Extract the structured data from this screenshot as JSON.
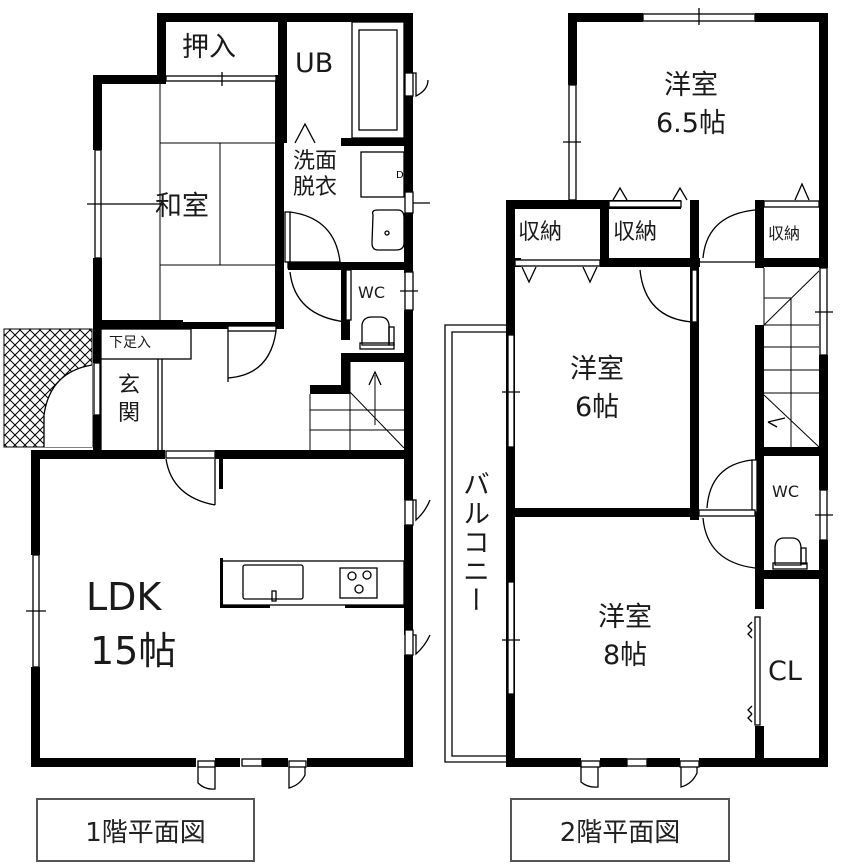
{
  "floor1": {
    "caption": "1階平面図",
    "rooms": {
      "oshiire": "押入",
      "ub": "UB",
      "washitsu": "和室",
      "senmen_line1": "洗面",
      "senmen_line2": "脱衣",
      "wc": "WC",
      "getabako": "下足入",
      "genkan_line1": "玄",
      "genkan_line2": "関",
      "ldk_line1": "LDK",
      "ldk_line2": "15帖"
    }
  },
  "floor2": {
    "caption": "2階平面図",
    "rooms": {
      "yoshitsu_a_line1": "洋室",
      "yoshitsu_a_line2": "6.5帖",
      "shuno_1": "収納",
      "shuno_2": "収納",
      "shuno_3": "収納",
      "yoshitsu_b_line1": "洋室",
      "yoshitsu_b_line2": "6帖",
      "yoshitsu_c_line1": "洋室",
      "yoshitsu_c_line2": "8帖",
      "balcony": "バルコニー",
      "wc": "WC",
      "closet": "CL"
    }
  },
  "colors": {
    "wall": "#000000",
    "background": "#ffffff",
    "caption_border": "#555555"
  }
}
